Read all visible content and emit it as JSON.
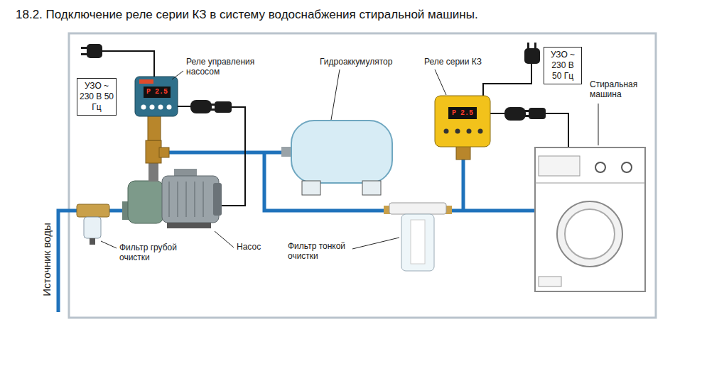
{
  "diagram": {
    "title": "18.2. Подключение реле серии КЗ в систему водоснабжения стиральной машины.",
    "nodes": [
      {
        "text": [
          "УЗО ~ 230 В 50 Гц"
        ]
      },
      {
        "text": [
          "УЗО ~ 230 В 50 Гц"
        ]
      }
    ],
    "labels": [
      "Реле управления насосом",
      "Гидроаккумулятор",
      "Реле серии КЗ",
      "Стиральная машина",
      "Насос",
      "Фильтр грубой очистки",
      "Фильтр тонкой очистки",
      "Источник воды",
      "P 2.5",
      "P 2.5"
    ]
  }
}
